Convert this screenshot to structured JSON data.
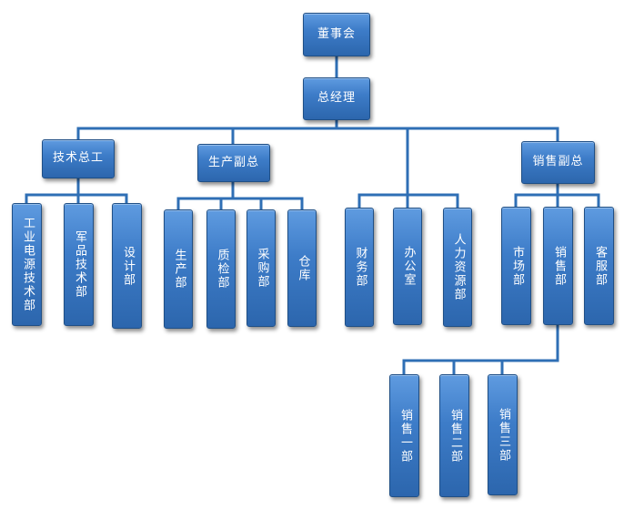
{
  "colors": {
    "box_top": "#5f9be0",
    "box_bottom": "#2c66ad",
    "box_border": "#1f4f86",
    "line": "#2f6fb5",
    "text": "#ffffff"
  },
  "board": "董事会",
  "gm": "总经理",
  "vp_tech": "技术总工",
  "vp_prod": "生产副总",
  "vp_sales": "销售副总",
  "dept": {
    "industrial_tech": "工业电源技术部",
    "military_tech": "军品技术部",
    "design": "设计部",
    "production": "生产部",
    "quality": "质检部",
    "purchasing": "采购部",
    "warehouse": "仓库",
    "finance": "财务部",
    "office": "办公室",
    "hr": "人力资源部",
    "market": "市场部",
    "sales": "销售部",
    "service": "客服部",
    "sales1": "销售一部",
    "sales2": "销售二部",
    "sales3": "销售三部"
  }
}
